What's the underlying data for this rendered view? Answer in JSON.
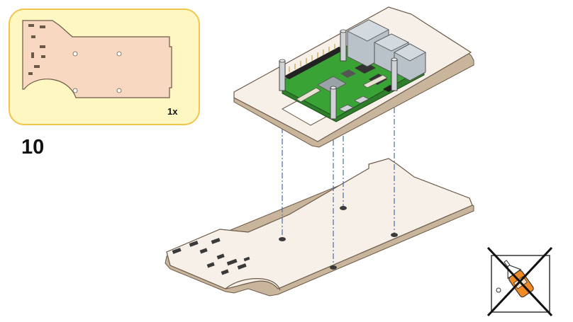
{
  "step": {
    "number": "10"
  },
  "parts_card": {
    "quantity": "1x",
    "part_shape": "base-plate-outline"
  },
  "warning": {
    "icon": "no-glue-icon",
    "meaning": "do not use glue"
  },
  "colors": {
    "card_fill": "#fff7c2",
    "card_border": "#f2c44a",
    "part_fill": "#f8d8c0",
    "wood_face": "#f6f0e9",
    "wood_edge": "#c9b49c",
    "pcb_green": "#3aa335",
    "guide_line": "#4a6fa5",
    "warning_cross": "#111111",
    "glue_orange": "#f08a24"
  }
}
